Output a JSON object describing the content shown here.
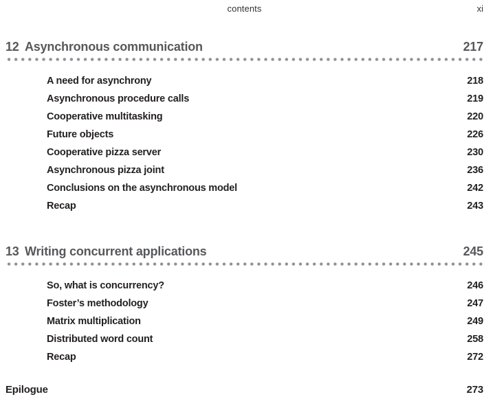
{
  "page_header": {
    "title": "contents",
    "page_number": "xi"
  },
  "colors": {
    "chapter_heading": "#57585b",
    "entry_text": "#231f20",
    "dotted_rule": "#8f9194",
    "header_text": "#323234",
    "background": "#ffffff"
  },
  "chapters": [
    {
      "number": "12",
      "title": "Asynchronous communication",
      "page": "217",
      "entries": [
        {
          "title": "A need for asynchrony",
          "page": "218"
        },
        {
          "title": "Asynchronous procedure calls",
          "page": "219"
        },
        {
          "title": "Cooperative multitasking",
          "page": "220"
        },
        {
          "title": "Future objects",
          "page": "226"
        },
        {
          "title": "Cooperative pizza server",
          "page": "230"
        },
        {
          "title": "Asynchronous pizza joint",
          "page": "236"
        },
        {
          "title": "Conclusions on the asynchronous model",
          "page": "242"
        },
        {
          "title": "Recap",
          "page": "243"
        }
      ]
    },
    {
      "number": "13",
      "title": "Writing concurrent applications",
      "page": "245",
      "entries": [
        {
          "title": "So, what is concurrency?",
          "page": "246"
        },
        {
          "title": "Foster’s methodology",
          "page": "247"
        },
        {
          "title": "Matrix multiplication",
          "page": "249"
        },
        {
          "title": "Distributed word count",
          "page": "258"
        },
        {
          "title": "Recap",
          "page": "272"
        }
      ]
    }
  ],
  "back_matter": [
    {
      "title": "Epilogue",
      "page": "273"
    }
  ]
}
